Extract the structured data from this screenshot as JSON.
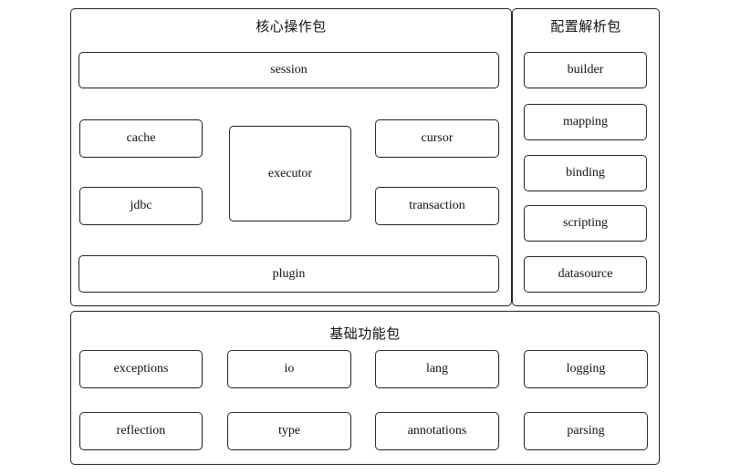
{
  "core": {
    "title": "核心操作包",
    "session": "session",
    "cache": "cache",
    "executor": "executor",
    "cursor": "cursor",
    "jdbc": "jdbc",
    "transaction": "transaction",
    "plugin": "plugin"
  },
  "config": {
    "title": "配置解析包",
    "builder": "builder",
    "mapping": "mapping",
    "binding": "binding",
    "scripting": "scripting",
    "datasource": "datasource"
  },
  "base": {
    "title": "基础功能包",
    "exceptions": "exceptions",
    "io": "io",
    "lang": "lang",
    "logging": "logging",
    "reflection": "reflection",
    "type": "type",
    "annotations": "annotations",
    "parsing": "parsing"
  }
}
